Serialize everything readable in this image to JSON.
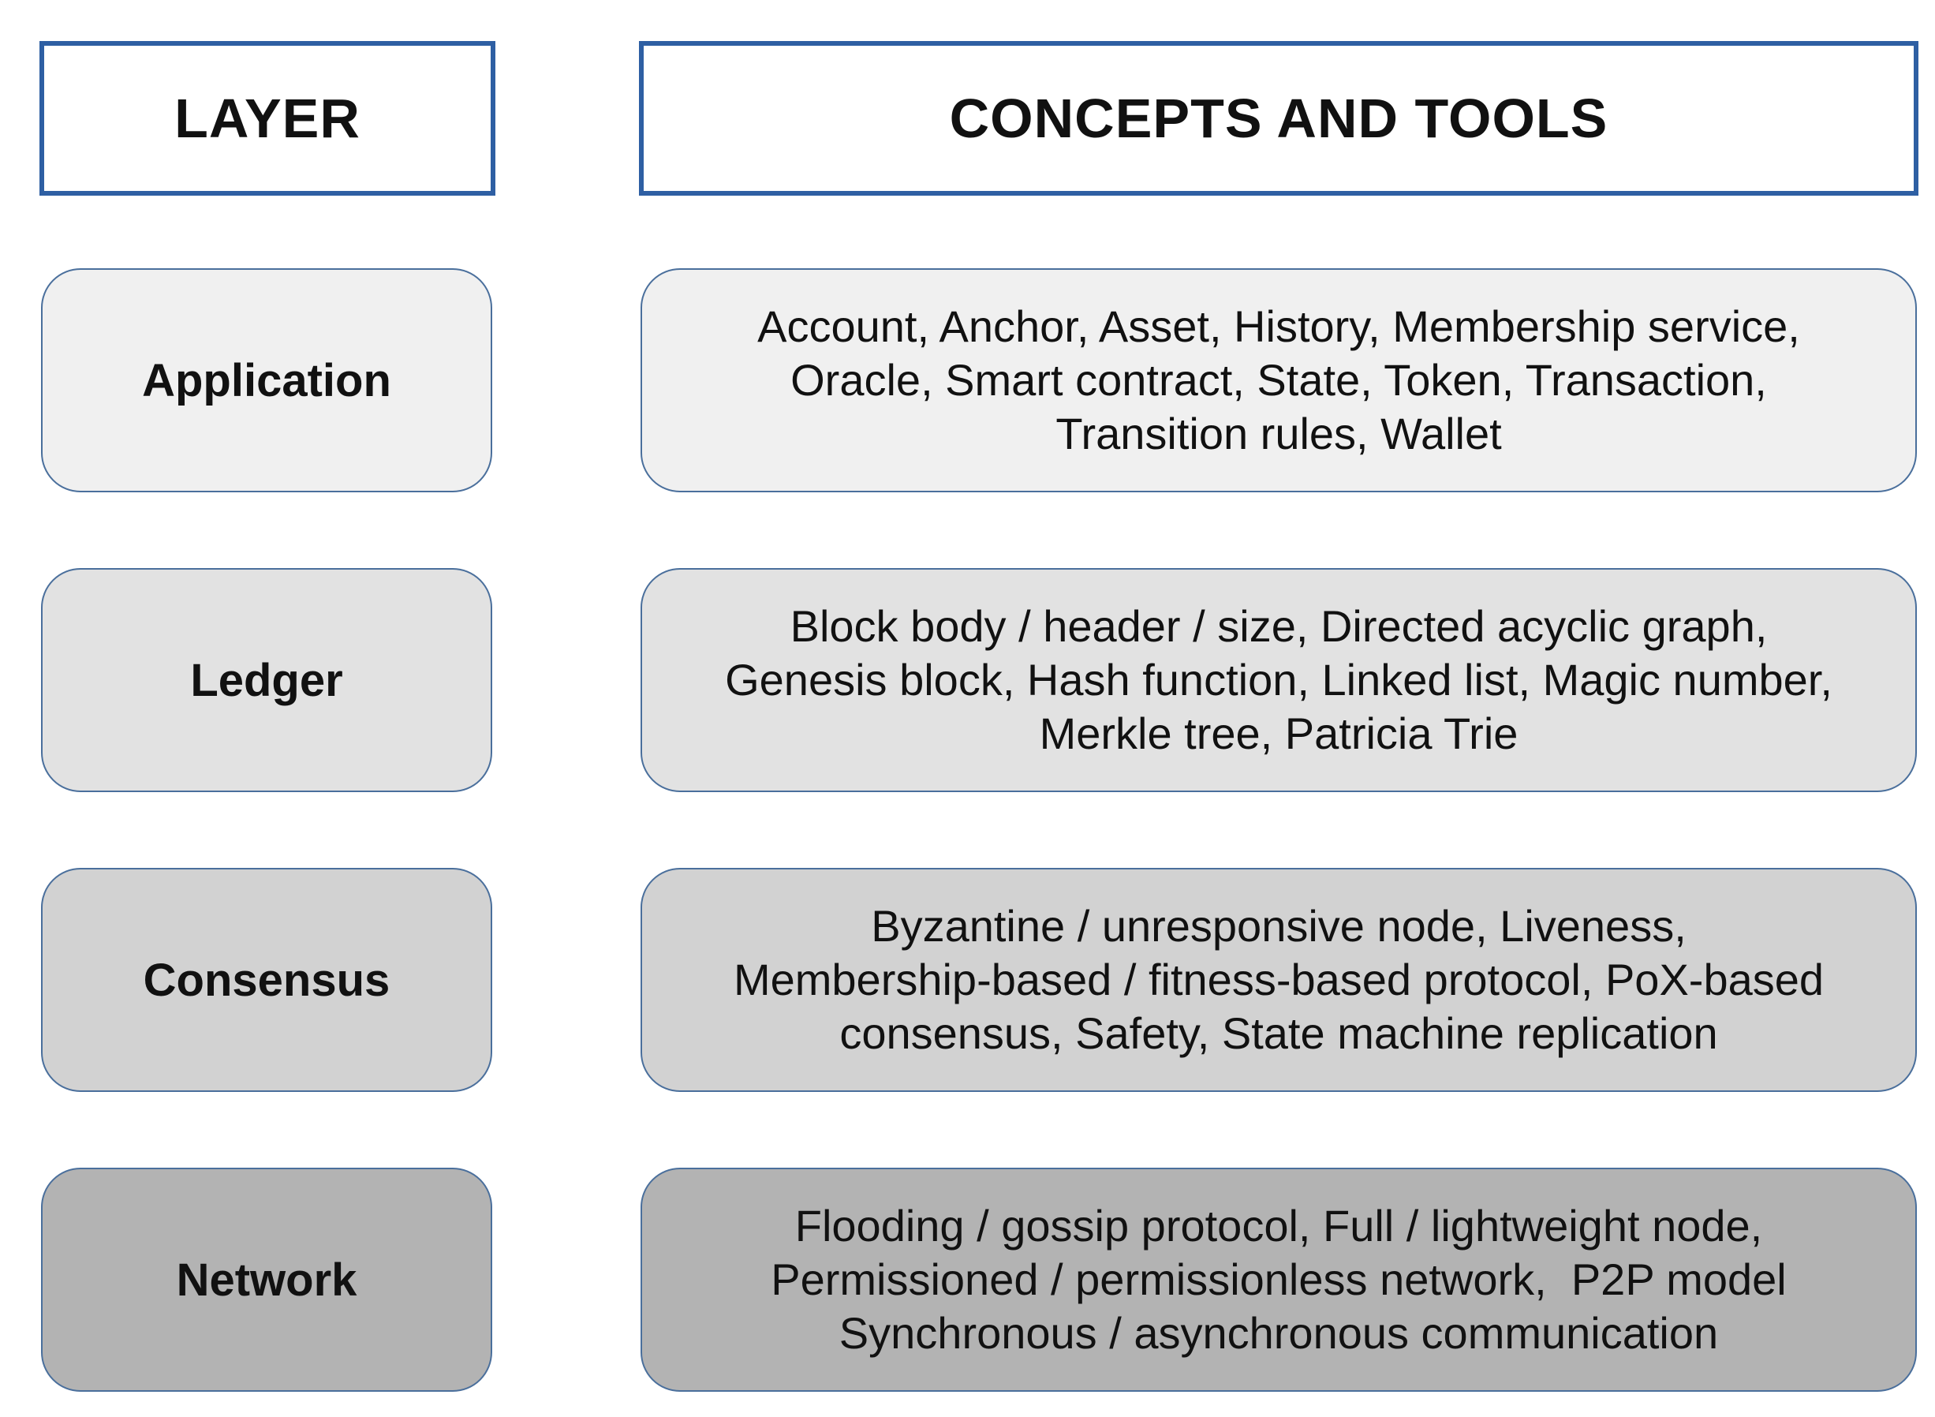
{
  "header": {
    "layer_label": "LAYER",
    "concepts_label": "CONCEPTS AND TOOLS"
  },
  "rows": [
    {
      "layer": "Application",
      "fill": "#f0f0f0",
      "concept_lines": [
        "Account, Anchor, Asset, History, Membership service,",
        "Oracle, Smart contract, State, Token, Transaction,",
        "Transition rules, Wallet"
      ]
    },
    {
      "layer": "Ledger",
      "fill": "#e2e2e2",
      "concept_lines": [
        "Block body / header / size, Directed acyclic graph,",
        "Genesis block, Hash function, Linked list, Magic number,",
        "Merkle tree, Patricia Trie"
      ]
    },
    {
      "layer": "Consensus",
      "fill": "#d2d2d2",
      "concept_lines": [
        "Byzantine / unresponsive node, Liveness,",
        "Membership-based / fitness-based protocol, PoX-based",
        "consensus, Safety, State machine replication"
      ]
    },
    {
      "layer": "Network",
      "fill": "#b3b3b3",
      "concept_lines": [
        "Flooding / gossip protocol, Full / lightweight node,",
        "Permissioned / permissionless network,  P2P model",
        "Synchronous / asynchronous communication"
      ]
    }
  ],
  "colors": {
    "header_border": "#2e5fa3",
    "box_border": "#4a6f9c"
  }
}
